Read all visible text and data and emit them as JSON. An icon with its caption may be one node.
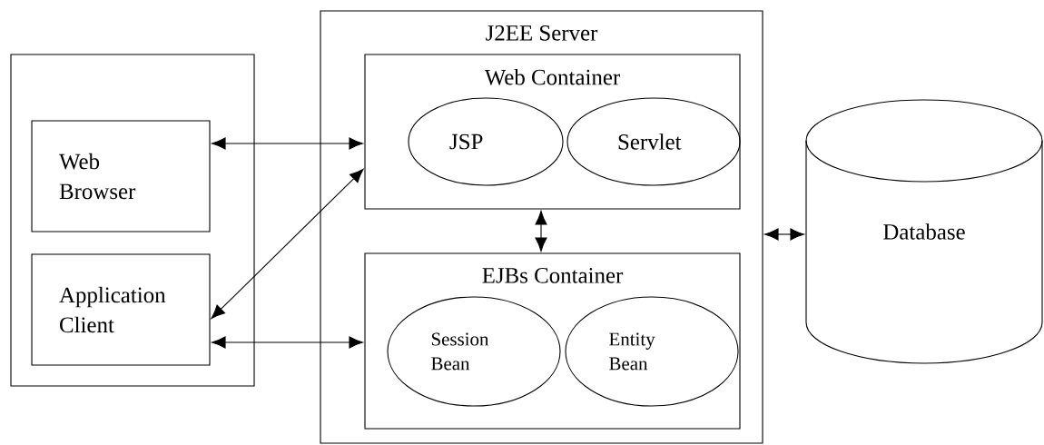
{
  "diagram": {
    "nodes": [
      {
        "text": [],
        "shape": "box"
      },
      {
        "text": [
          "Web Browser"
        ],
        "in": 0
      },
      {
        "text": [
          "Application Client"
        ],
        "in": 0
      },
      {
        "text": [
          "J2EE Server"
        ]
      },
      {
        "text": [
          "Web Container"
        ],
        "in": 3
      },
      {
        "text": [
          "JSP"
        ],
        "in": 4
      },
      {
        "text": [
          "Servlet"
        ],
        "in": 4
      },
      {
        "text": [
          "EJBs Container"
        ],
        "in": 3
      },
      {
        "text": [
          "Session Bean"
        ],
        "in": 7
      },
      {
        "text": [
          "Entity Bean"
        ],
        "in": 7
      },
      {
        "text": [
          "Database"
        ]
      }
    ],
    "edges": [
      {
        "from": 1,
        "to": 4,
        "arrow": "both"
      },
      {
        "from": 2,
        "to": 4,
        "arrow": "both"
      },
      {
        "from": 2,
        "to": 7,
        "arrow": "both"
      },
      {
        "from": 4,
        "to": 7,
        "arrow": "both"
      },
      {
        "from": 3,
        "to": 10,
        "arrow": "both"
      }
    ]
  }
}
